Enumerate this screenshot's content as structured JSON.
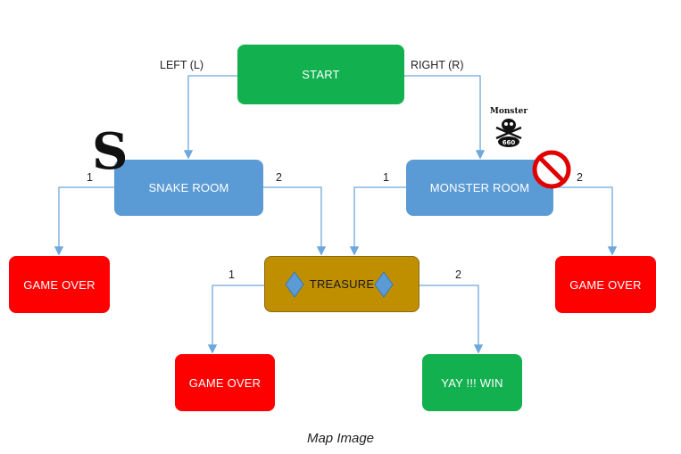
{
  "diagram": {
    "nodes": {
      "start": "START",
      "snake_room": "SNAKE ROOM",
      "monster_room": "MONSTER ROOM",
      "treasure": "TREASURE",
      "game_over_left": "GAME OVER",
      "game_over_right": "GAME OVER",
      "game_over_bottom": "GAME OVER",
      "win": "YAY !!! WIN"
    },
    "edge_labels": {
      "left": "LEFT (L)",
      "right": "RIGHT (R)",
      "snake_1": "1",
      "snake_2": "2",
      "monster_1": "1",
      "monster_2": "2",
      "treasure_1": "1",
      "treasure_2": "2"
    },
    "icons": {
      "snake": "snake-s-icon",
      "monster": "monster-skull-badge-icon",
      "forbidden": "no-entry-sign-icon",
      "treasure_diamonds": "diamond-icon"
    },
    "monster_badge_text": "Monster",
    "monster_badge_number": "660",
    "colors": {
      "start": "#12b04f",
      "room": "#5b9bd5",
      "treasure": "#bf8f00",
      "game_over": "#ff0000",
      "win": "#12b04f",
      "connector": "#6fa8dc"
    }
  },
  "caption": "Map Image"
}
